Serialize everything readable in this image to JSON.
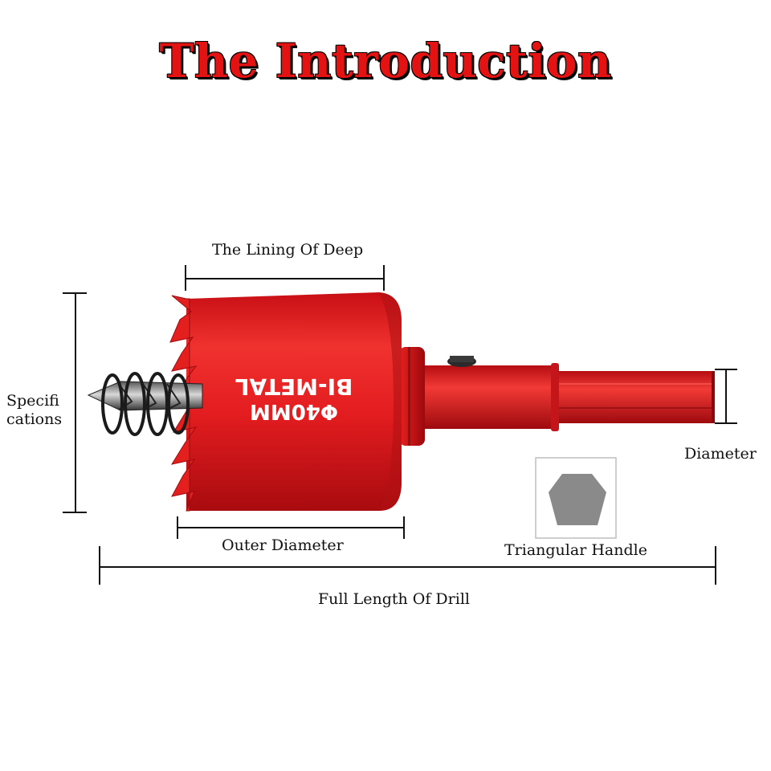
{
  "title": "The Introduction",
  "labels": {
    "lining_of_deep": "The Lining Of Deep",
    "specifications_line1": "Specifi",
    "specifications_line2": "cations",
    "diameter": "Diameter",
    "outer_diameter": "Outer Diameter",
    "triangular_handle": "Triangular Handle",
    "full_length": "Full Length Of Drill"
  },
  "product_print": {
    "line1": "Φ40MM",
    "line2": "BI-METAL"
  },
  "colors": {
    "title_red": "#e31313",
    "body_red": "#e0191c",
    "handle_gray": "#8a8a8a",
    "line": "#111111"
  }
}
